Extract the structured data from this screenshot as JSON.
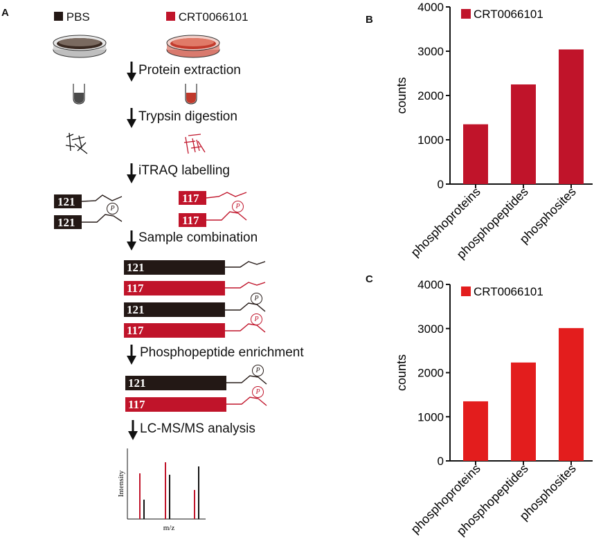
{
  "panels": {
    "a": "A",
    "b": "B",
    "c": "C"
  },
  "workflow": {
    "groups": [
      {
        "label": "PBS",
        "color": "#231815"
      },
      {
        "label": "CRT0066101",
        "color": "#c0142a"
      }
    ],
    "steps": [
      "Protein extraction",
      "Trypsin digestion",
      "iTRAQ labelling",
      "Sample combination",
      "Phosphopeptide enrichment",
      "LC-MS/MS analysis"
    ],
    "tags": {
      "pbs": "121",
      "crt": "117"
    },
    "phospho_symbol": "P",
    "spectrum": {
      "xlabel": "m/z",
      "ylabel": "Intensity"
    }
  },
  "colors": {
    "black": "#231815",
    "dark_red": "#c0142a",
    "bright_red": "#e31d1d"
  },
  "chart_data": [
    {
      "type": "bar",
      "panel": "B",
      "categories": [
        "phosphoproteins",
        "phosphopeptides",
        "phosphosites"
      ],
      "series": [
        {
          "name": "CRT0066101",
          "values": [
            1350,
            2250,
            3040
          ]
        }
      ],
      "ylabel": "counts",
      "ylim": [
        0,
        4000
      ],
      "yticks": [
        "0",
        "1000",
        "2000",
        "3000",
        "4000"
      ],
      "color": "#c0142a",
      "legend": "top-left"
    },
    {
      "type": "bar",
      "panel": "C",
      "categories": [
        "phosphoproteins",
        "phosphopeptides",
        "phosphosites"
      ],
      "series": [
        {
          "name": "CRT0066101",
          "values": [
            1350,
            2230,
            3010
          ]
        }
      ],
      "ylabel": "counts",
      "ylim": [
        0,
        4000
      ],
      "yticks": [
        "0",
        "1000",
        "2000",
        "3000",
        "4000"
      ],
      "color": "#e31d1d",
      "legend": "top-left"
    }
  ]
}
